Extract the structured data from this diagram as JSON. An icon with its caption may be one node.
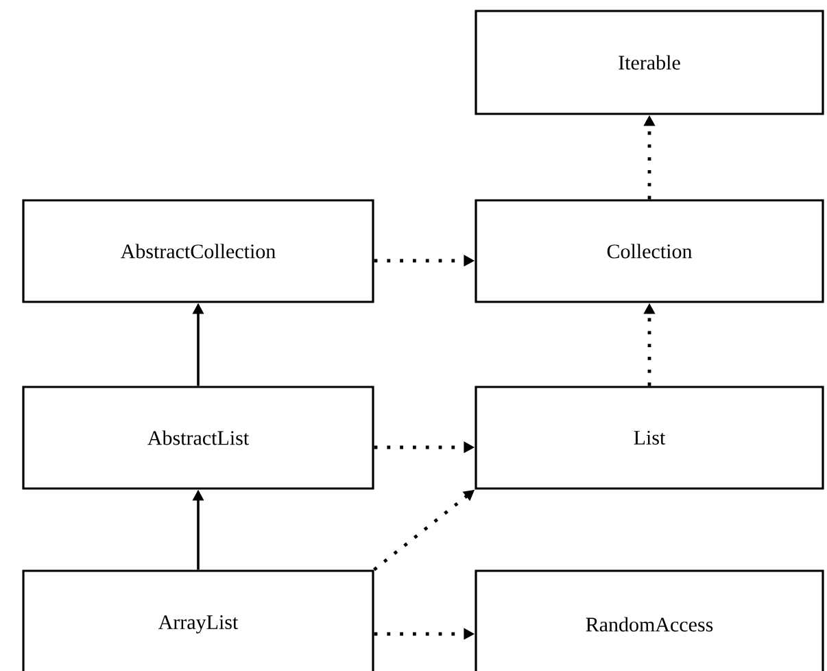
{
  "diagram": {
    "nodes": [
      {
        "text": [
          "Iterable"
        ]
      },
      {
        "text": [
          "AbstractCollection"
        ]
      },
      {
        "text": [
          "Collection"
        ]
      },
      {
        "text": [
          "AbstractList"
        ]
      },
      {
        "text": [
          "List"
        ]
      },
      {
        "text": [
          "ArrayList"
        ]
      },
      {
        "text": [
          "RandomAccess"
        ]
      }
    ],
    "edges": [
      {
        "from": 2,
        "to": 0,
        "arrow": "to",
        "style": "dashed"
      },
      {
        "from": 1,
        "to": 2,
        "arrow": "to",
        "style": "dashed"
      },
      {
        "from": 3,
        "to": 1,
        "arrow": "to"
      },
      {
        "from": 4,
        "to": 2,
        "arrow": "to",
        "style": "dashed"
      },
      {
        "from": 3,
        "to": 4,
        "arrow": "to",
        "style": "dashed"
      },
      {
        "from": 5,
        "to": 3,
        "arrow": "to"
      },
      {
        "from": 5,
        "to": 4,
        "arrow": "to",
        "style": "dashed"
      },
      {
        "from": 5,
        "to": 6,
        "arrow": "to",
        "style": "dashed"
      }
    ]
  }
}
